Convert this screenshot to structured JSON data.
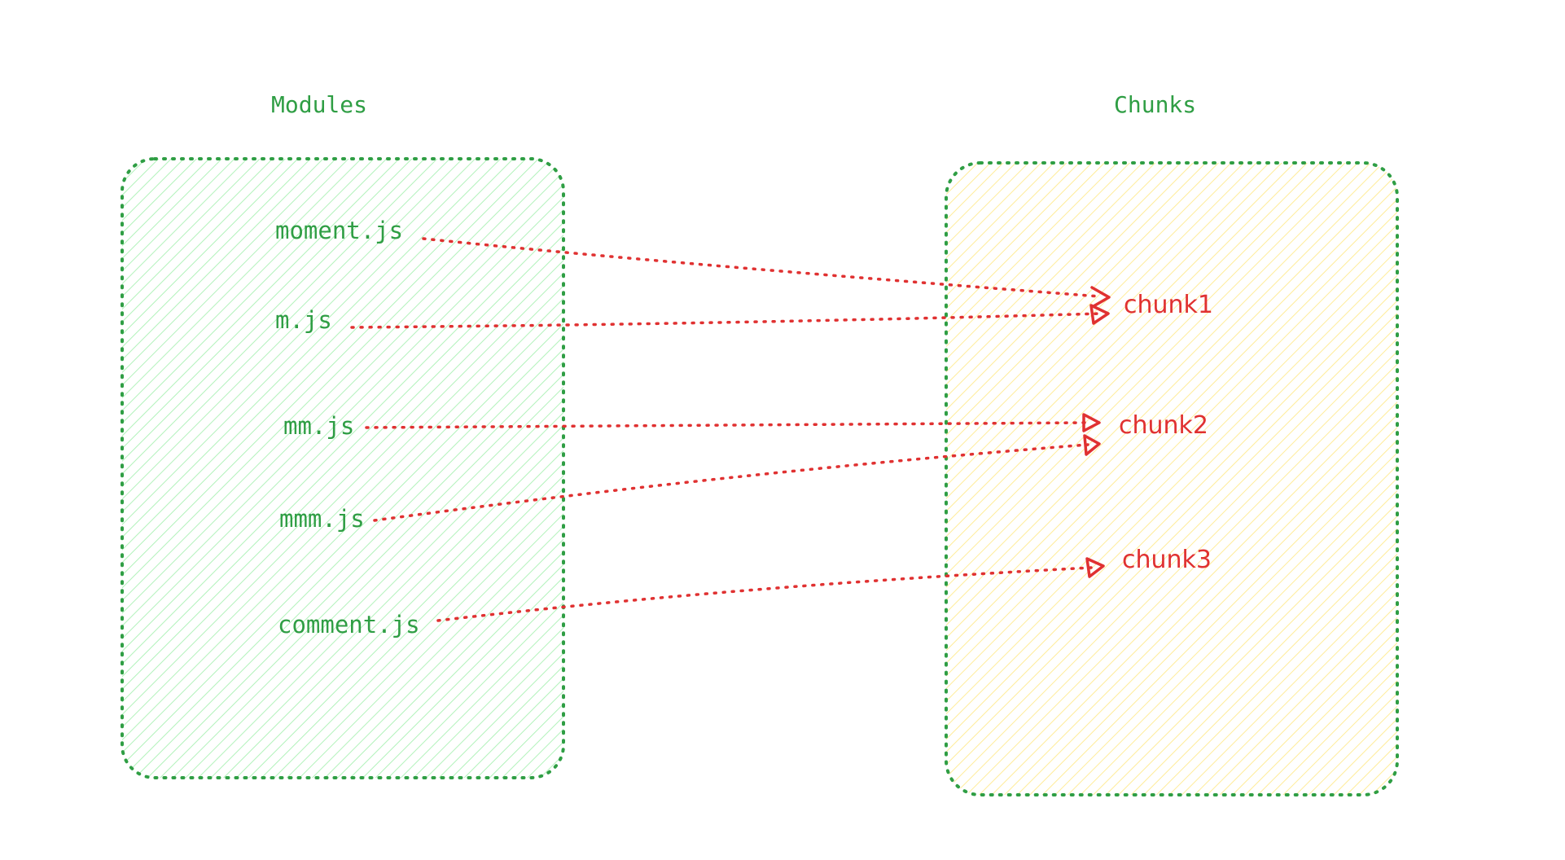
{
  "headings": {
    "modules": "Modules",
    "chunks": "Chunks"
  },
  "modules": [
    "moment.js",
    "m.js",
    "mm.js",
    "mmm.js",
    "comment.js"
  ],
  "chunks": [
    "chunk1",
    "chunk2",
    "chunk3"
  ],
  "connections": [
    {
      "from": "moment.js",
      "to": "chunk1"
    },
    {
      "from": "m.js",
      "to": "chunk1"
    },
    {
      "from": "mm.js",
      "to": "chunk2"
    },
    {
      "from": "mmm.js",
      "to": "chunk2"
    },
    {
      "from": "comment.js",
      "to": "chunk3"
    }
  ],
  "colors": {
    "modules_panel_border": "#2f9e44",
    "modules_panel_hatch": "#b2f2bb",
    "chunks_panel_border": "#2f9e44",
    "chunks_panel_hatch": "#ffec99",
    "module_text": "#2f9e44",
    "chunk_text": "#e03131",
    "arrow": "#e03131"
  }
}
